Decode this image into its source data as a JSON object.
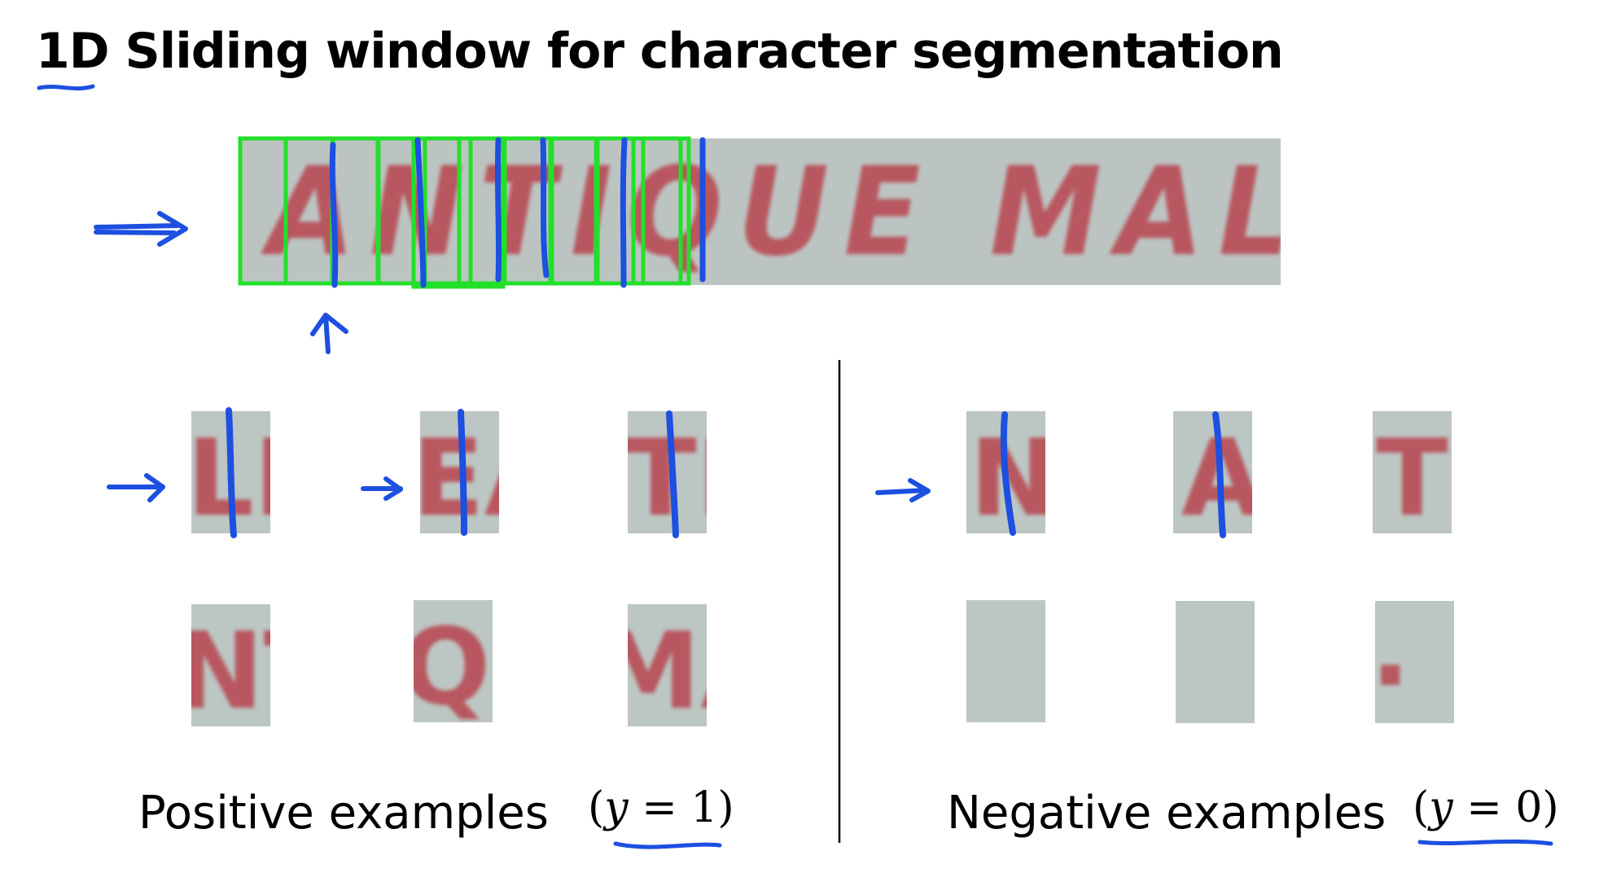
{
  "slide": {
    "title": "1D Sliding window for character segmentation",
    "banner_text": "ANTIQUE MALL",
    "positive_label": "Positive examples",
    "positive_math": {
      "open": "(",
      "var": "y",
      "eq": " = ",
      "val": "1",
      "close": ")"
    },
    "negative_label": "Negative examples",
    "negative_math": {
      "open": "(",
      "var": "y",
      "eq": " = ",
      "val": "0",
      "close": ")"
    },
    "patches": {
      "pos_1": "LL",
      "pos_2": "EA",
      "pos_3": "TI",
      "pos_4": "NT",
      "pos_5": "QL",
      "pos_6": "MA",
      "neg_1": "N",
      "neg_2": "A",
      "neg_3": "T",
      "neg_4": "",
      "neg_5": "",
      "neg_6": "."
    }
  },
  "colors": {
    "window_green": "#22e02a",
    "ink_blue": "#1d4fe0",
    "letter_red": "#b8444e",
    "patch_gray": "#bcc6c3"
  }
}
